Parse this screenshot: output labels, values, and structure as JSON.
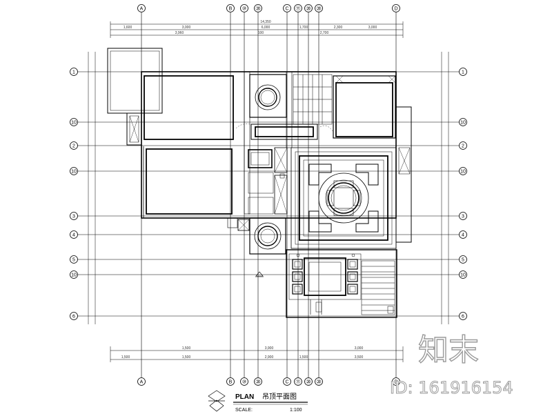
{
  "grid": {
    "columns_top": [
      "A",
      "B",
      "⑩",
      "⑳",
      "C",
      "⑪",
      "⑳",
      "⑳",
      "D"
    ],
    "columns_bottom": [
      "A",
      "B",
      "⑩",
      "⑳",
      "C",
      "⑪",
      "⑳",
      "⑳",
      "D"
    ],
    "rows_left": [
      "1",
      "10",
      "2",
      "10",
      "3",
      "4",
      "5",
      "10",
      "6"
    ],
    "rows_right": [
      "1",
      "10",
      "2",
      "10",
      "3",
      "4",
      "5",
      "10",
      "6"
    ]
  },
  "dimensions": {
    "top_overall": "14,350",
    "top_row2": [
      "1,600",
      "3,000",
      "6,000",
      "1,700",
      "2,300",
      "3,000"
    ],
    "top_row3": [
      "3,960",
      "100",
      "2,700"
    ],
    "bottom_row1": [
      "1,500",
      "3,900",
      "3,000"
    ],
    "bottom_row2": [
      "1,500",
      "1,500",
      "2,900",
      "1,500",
      "3,500"
    ]
  },
  "title_block": {
    "plan": "PLAN",
    "name": "吊顶平面图",
    "scale_label": "SCALE:",
    "scale_value": "1:100"
  },
  "watermark": {
    "logo_text": "知末",
    "id_text": "ID: 161916154"
  }
}
